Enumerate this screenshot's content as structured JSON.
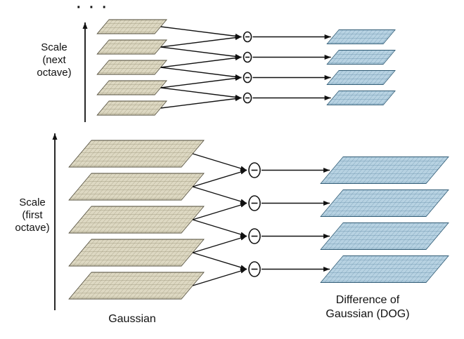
{
  "diagram": {
    "labels": {
      "dots": "· · ·",
      "scale_next_line1": "Scale",
      "scale_next_line2": "(next",
      "scale_next_line3": "octave)",
      "scale_first_line1": "Scale",
      "scale_first_line2": "(first",
      "scale_first_line3": "octave)",
      "gaussian": "Gaussian",
      "dog_line1": "Difference of",
      "dog_line2": "Gaussian (DOG)"
    },
    "operation": "subtract",
    "operation_symbol": "−",
    "structure": {
      "octaves": [
        {
          "name": "first octave",
          "gaussian_planes": 5,
          "dog_planes": 4
        },
        {
          "name": "next octave",
          "gaussian_planes": 5,
          "dog_planes": 4
        }
      ]
    },
    "colors": {
      "gaussian_fill": "#ddd8c2",
      "gaussian_grid": "#8a8266",
      "gaussian_outline": "#4d4836",
      "dog_fill": "#b7d2e2",
      "dog_grid": "#54809c",
      "dog_outline": "#2e5a74",
      "arrow": "#111111",
      "background": "#ffffff"
    }
  }
}
